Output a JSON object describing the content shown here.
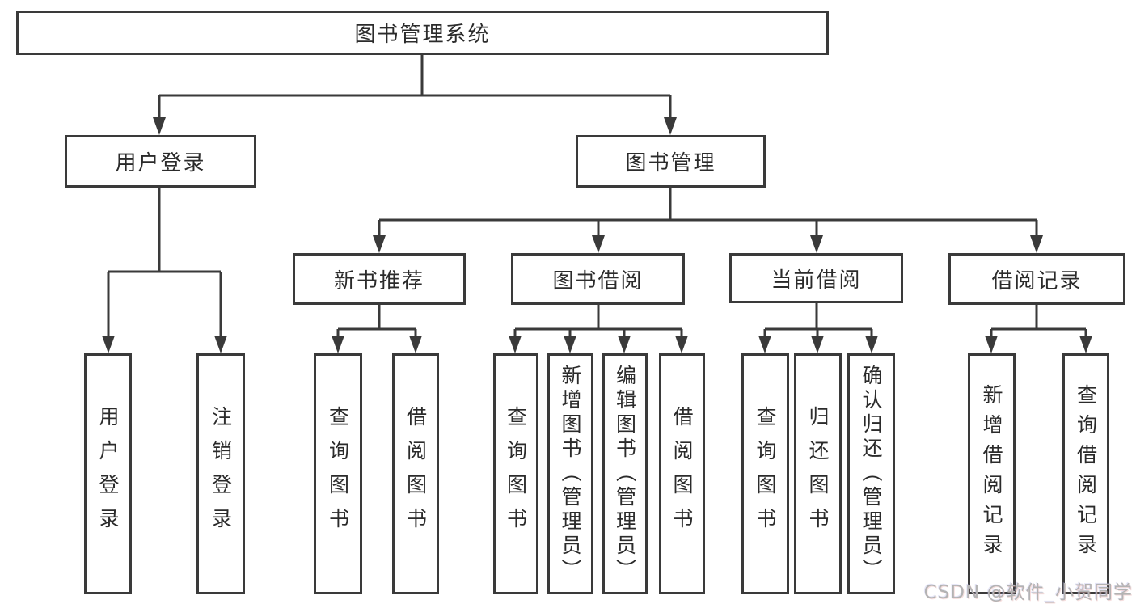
{
  "nodes": {
    "root": "图书管理系统",
    "level2": [
      "用户登录",
      "图书管理"
    ],
    "level3": [
      "新书推荐",
      "图书借阅",
      "当前借阅",
      "借阅记录"
    ],
    "leaves": [
      "用户登录",
      "注销登录",
      "查询图书",
      "借阅图书",
      "查询图书",
      "新增图书（管理员）",
      "编辑图书（管理员）",
      "借阅图书",
      "查询图书",
      "归还图书",
      "确认归还（管理员）",
      "新增借阅记录",
      "查询借阅记录"
    ]
  },
  "watermark": "CSDN @软件_小贺同学",
  "colors": {
    "line": "#3a3a3a",
    "text": "#2b2b2b",
    "watermark": "#b3b3b3"
  }
}
